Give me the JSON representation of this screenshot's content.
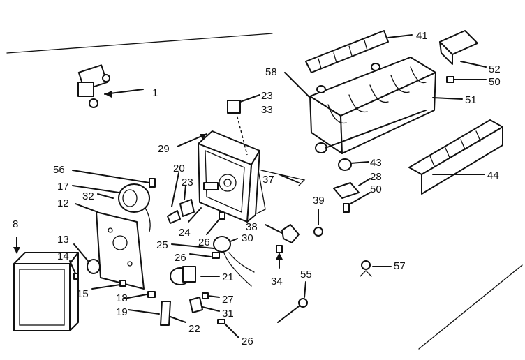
{
  "diagram": {
    "callouts": [
      {
        "id": "c1",
        "text": "1"
      },
      {
        "id": "c8",
        "text": "8"
      },
      {
        "id": "c12",
        "text": "12"
      },
      {
        "id": "c13",
        "text": "13"
      },
      {
        "id": "c14",
        "text": "14"
      },
      {
        "id": "c15",
        "text": "15"
      },
      {
        "id": "c17",
        "text": "17"
      },
      {
        "id": "c18",
        "text": "18"
      },
      {
        "id": "c19",
        "text": "19"
      },
      {
        "id": "c20",
        "text": "20"
      },
      {
        "id": "c21",
        "text": "21"
      },
      {
        "id": "c22",
        "text": "22"
      },
      {
        "id": "c23a",
        "text": "23"
      },
      {
        "id": "c23b",
        "text": "23"
      },
      {
        "id": "c24",
        "text": "24"
      },
      {
        "id": "c25",
        "text": "25"
      },
      {
        "id": "c26a",
        "text": "26"
      },
      {
        "id": "c26b",
        "text": "26"
      },
      {
        "id": "c26c",
        "text": "26"
      },
      {
        "id": "c27",
        "text": "27"
      },
      {
        "id": "c28",
        "text": "28"
      },
      {
        "id": "c29",
        "text": "29"
      },
      {
        "id": "c30",
        "text": "30"
      },
      {
        "id": "c31",
        "text": "31"
      },
      {
        "id": "c32",
        "text": "32"
      },
      {
        "id": "c33",
        "text": "33"
      },
      {
        "id": "c34",
        "text": "34"
      },
      {
        "id": "c37",
        "text": "37"
      },
      {
        "id": "c38",
        "text": "38"
      },
      {
        "id": "c39",
        "text": "39"
      },
      {
        "id": "c41",
        "text": "41"
      },
      {
        "id": "c43",
        "text": "43"
      },
      {
        "id": "c44",
        "text": "44"
      },
      {
        "id": "c50a",
        "text": "50"
      },
      {
        "id": "c50b",
        "text": "50"
      },
      {
        "id": "c51",
        "text": "51"
      },
      {
        "id": "c52",
        "text": "52"
      },
      {
        "id": "c55",
        "text": "55"
      },
      {
        "id": "c56",
        "text": "56"
      },
      {
        "id": "c57",
        "text": "57"
      },
      {
        "id": "c58",
        "text": "58"
      }
    ]
  }
}
